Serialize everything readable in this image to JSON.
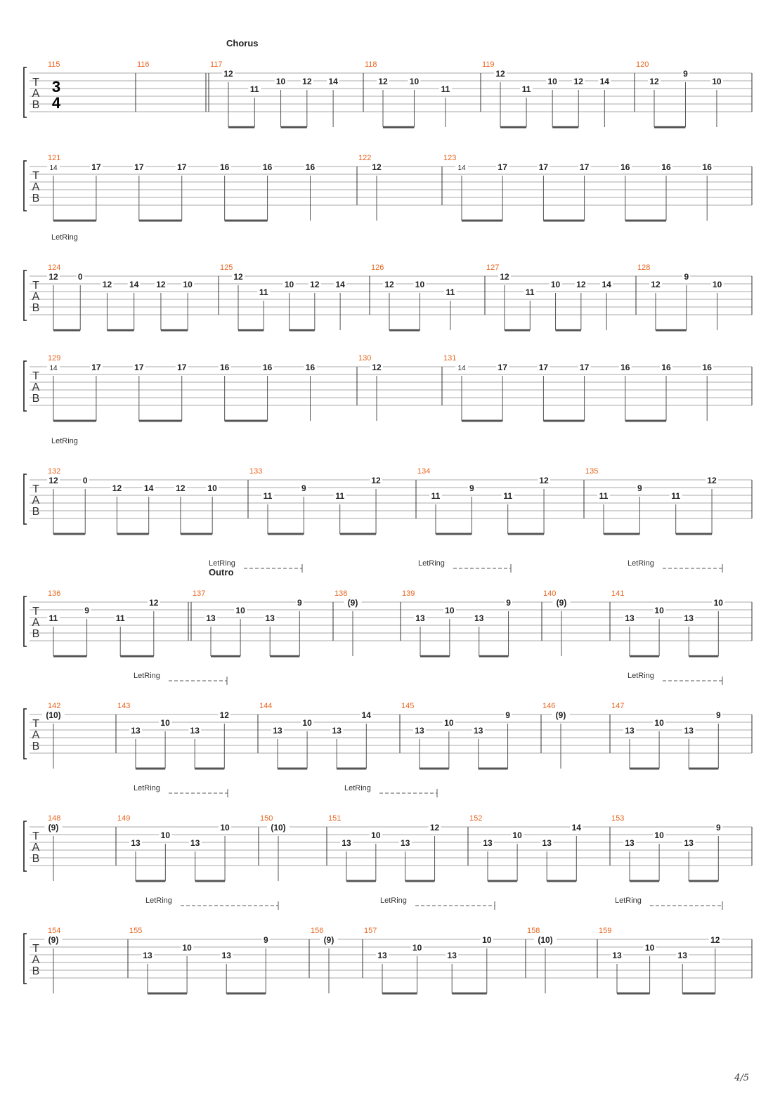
{
  "page_number": "4/5",
  "time_signature": {
    "top": "3",
    "bottom": "4"
  },
  "tab_clef": [
    "T",
    "A",
    "B"
  ],
  "colors": {
    "measure_number": "#e8641e",
    "staff_line": "#aaaaaa",
    "text": "#222222"
  },
  "systems": [
    {
      "sections": [
        {
          "label": "Chorus",
          "measure": 117
        }
      ],
      "let_ring": [],
      "measures": [
        {
          "number": 115,
          "notes": []
        },
        {
          "number": 116,
          "notes": []
        },
        {
          "number": 117,
          "notes": [
            {
              "fret": "12",
              "string": 1
            },
            {
              "fret": "11",
              "string": 3
            },
            {
              "fret": "10",
              "string": 2
            },
            {
              "fret": "12",
              "string": 2
            },
            {
              "fret": "14",
              "string": 2
            }
          ]
        },
        {
          "number": 118,
          "notes": [
            {
              "fret": "12",
              "string": 2
            },
            {
              "fret": "10",
              "string": 2
            },
            {
              "fret": "11",
              "string": 3
            }
          ]
        },
        {
          "number": 119,
          "notes": [
            {
              "fret": "12",
              "string": 1
            },
            {
              "fret": "11",
              "string": 3
            },
            {
              "fret": "10",
              "string": 2
            },
            {
              "fret": "12",
              "string": 2
            },
            {
              "fret": "14",
              "string": 2
            }
          ]
        },
        {
          "number": 120,
          "notes": [
            {
              "fret": "12",
              "string": 2
            },
            {
              "fret": "9",
              "string": 1
            },
            {
              "fret": "10",
              "string": 2
            }
          ]
        }
      ]
    },
    {
      "sections": [],
      "let_ring": [],
      "measures": [
        {
          "number": 121,
          "notes": [
            {
              "fret": "14",
              "string": 1,
              "grace": true
            },
            {
              "fret": "17",
              "string": 1
            },
            {
              "fret": "17",
              "string": 1
            },
            {
              "fret": "17",
              "string": 1
            },
            {
              "fret": "16",
              "string": 1
            },
            {
              "fret": "16",
              "string": 1
            },
            {
              "fret": "16",
              "string": 1
            }
          ]
        },
        {
          "number": 122,
          "notes": [
            {
              "fret": "12",
              "string": 1
            }
          ]
        },
        {
          "number": 123,
          "notes": [
            {
              "fret": "14",
              "string": 1,
              "grace": true
            },
            {
              "fret": "17",
              "string": 1
            },
            {
              "fret": "17",
              "string": 1
            },
            {
              "fret": "17",
              "string": 1
            },
            {
              "fret": "16",
              "string": 1
            },
            {
              "fret": "16",
              "string": 1
            },
            {
              "fret": "16",
              "string": 1
            }
          ]
        }
      ]
    },
    {
      "sections": [],
      "let_ring": [
        {
          "label": "LetRing",
          "measure": 124,
          "dashed": false
        }
      ],
      "measures": [
        {
          "number": 124,
          "notes": [
            {
              "fret": "12",
              "string": 1
            },
            {
              "fret": "0",
              "string": 1
            },
            {
              "fret": "12",
              "string": 2
            },
            {
              "fret": "14",
              "string": 2
            },
            {
              "fret": "12",
              "string": 2
            },
            {
              "fret": "10",
              "string": 2
            }
          ]
        },
        {
          "number": 125,
          "notes": [
            {
              "fret": "12",
              "string": 1
            },
            {
              "fret": "11",
              "string": 3
            },
            {
              "fret": "10",
              "string": 2
            },
            {
              "fret": "12",
              "string": 2
            },
            {
              "fret": "14",
              "string": 2
            }
          ]
        },
        {
          "number": 126,
          "notes": [
            {
              "fret": "12",
              "string": 2
            },
            {
              "fret": "10",
              "string": 2
            },
            {
              "fret": "11",
              "string": 3
            }
          ]
        },
        {
          "number": 127,
          "notes": [
            {
              "fret": "12",
              "string": 1
            },
            {
              "fret": "11",
              "string": 3
            },
            {
              "fret": "10",
              "string": 2
            },
            {
              "fret": "12",
              "string": 2
            },
            {
              "fret": "14",
              "string": 2
            }
          ]
        },
        {
          "number": 128,
          "notes": [
            {
              "fret": "12",
              "string": 2
            },
            {
              "fret": "9",
              "string": 1
            },
            {
              "fret": "10",
              "string": 2
            }
          ]
        }
      ]
    },
    {
      "sections": [],
      "let_ring": [],
      "measures": [
        {
          "number": 129,
          "notes": [
            {
              "fret": "14",
              "string": 1,
              "grace": true
            },
            {
              "fret": "17",
              "string": 1
            },
            {
              "fret": "17",
              "string": 1
            },
            {
              "fret": "17",
              "string": 1
            },
            {
              "fret": "16",
              "string": 1
            },
            {
              "fret": "16",
              "string": 1
            },
            {
              "fret": "16",
              "string": 1
            }
          ]
        },
        {
          "number": 130,
          "notes": [
            {
              "fret": "12",
              "string": 1
            }
          ]
        },
        {
          "number": 131,
          "notes": [
            {
              "fret": "14",
              "string": 1,
              "grace": true
            },
            {
              "fret": "17",
              "string": 1
            },
            {
              "fret": "17",
              "string": 1
            },
            {
              "fret": "17",
              "string": 1
            },
            {
              "fret": "16",
              "string": 1
            },
            {
              "fret": "16",
              "string": 1
            },
            {
              "fret": "16",
              "string": 1
            }
          ]
        }
      ]
    },
    {
      "sections": [],
      "let_ring": [
        {
          "label": "LetRing",
          "measure": 132,
          "dashed": false
        }
      ],
      "measures": [
        {
          "number": 132,
          "notes": [
            {
              "fret": "12",
              "string": 1
            },
            {
              "fret": "0",
              "string": 1
            },
            {
              "fret": "12",
              "string": 2
            },
            {
              "fret": "14",
              "string": 2
            },
            {
              "fret": "12",
              "string": 2
            },
            {
              "fret": "10",
              "string": 2
            }
          ]
        },
        {
          "number": 133,
          "notes": [
            {
              "fret": "11",
              "string": 3
            },
            {
              "fret": "9",
              "string": 2
            },
            {
              "fret": "11",
              "string": 3
            },
            {
              "fret": "12",
              "string": 1
            }
          ]
        },
        {
          "number": 134,
          "notes": [
            {
              "fret": "11",
              "string": 3
            },
            {
              "fret": "9",
              "string": 2
            },
            {
              "fret": "11",
              "string": 3
            },
            {
              "fret": "12",
              "string": 1
            }
          ]
        },
        {
          "number": 135,
          "notes": [
            {
              "fret": "11",
              "string": 3
            },
            {
              "fret": "9",
              "string": 2
            },
            {
              "fret": "11",
              "string": 3
            },
            {
              "fret": "12",
              "string": 1
            }
          ]
        }
      ]
    },
    {
      "sections": [
        {
          "label": "Outro",
          "measure": 137
        }
      ],
      "let_ring": [
        {
          "label": "LetRing",
          "measure": 137,
          "dashed": true
        },
        {
          "label": "LetRing",
          "measure": 139,
          "dashed": true
        },
        {
          "label": "LetRing",
          "measure": 141,
          "dashed": true
        }
      ],
      "measures": [
        {
          "number": 136,
          "notes": [
            {
              "fret": "11",
              "string": 3
            },
            {
              "fret": "9",
              "string": 2
            },
            {
              "fret": "11",
              "string": 3
            },
            {
              "fret": "12",
              "string": 1
            }
          ]
        },
        {
          "number": 137,
          "notes": [
            {
              "fret": "13",
              "string": 3
            },
            {
              "fret": "10",
              "string": 2
            },
            {
              "fret": "13",
              "string": 3
            },
            {
              "fret": "9",
              "string": 1
            }
          ]
        },
        {
          "number": 138,
          "notes": [
            {
              "fret": "(9)",
              "string": 1
            }
          ]
        },
        {
          "number": 139,
          "notes": [
            {
              "fret": "13",
              "string": 3
            },
            {
              "fret": "10",
              "string": 2
            },
            {
              "fret": "13",
              "string": 3
            },
            {
              "fret": "9",
              "string": 1
            }
          ]
        },
        {
          "number": 140,
          "notes": [
            {
              "fret": "(9)",
              "string": 1
            }
          ]
        },
        {
          "number": 141,
          "notes": [
            {
              "fret": "13",
              "string": 3
            },
            {
              "fret": "10",
              "string": 2
            },
            {
              "fret": "13",
              "string": 3
            },
            {
              "fret": "10",
              "string": 1
            }
          ]
        }
      ]
    },
    {
      "sections": [],
      "let_ring": [
        {
          "label": "LetRing",
          "measure": 143,
          "dashed": true
        },
        {
          "label": "LetRing",
          "measure": 147,
          "dashed": true
        }
      ],
      "measures": [
        {
          "number": 142,
          "notes": [
            {
              "fret": "(10)",
              "string": 1
            }
          ]
        },
        {
          "number": 143,
          "notes": [
            {
              "fret": "13",
              "string": 3
            },
            {
              "fret": "10",
              "string": 2
            },
            {
              "fret": "13",
              "string": 3
            },
            {
              "fret": "12",
              "string": 1
            }
          ]
        },
        {
          "number": 144,
          "notes": [
            {
              "fret": "13",
              "string": 3
            },
            {
              "fret": "10",
              "string": 2
            },
            {
              "fret": "13",
              "string": 3
            },
            {
              "fret": "14",
              "string": 1
            }
          ]
        },
        {
          "number": 145,
          "notes": [
            {
              "fret": "13",
              "string": 3
            },
            {
              "fret": "10",
              "string": 2
            },
            {
              "fret": "13",
              "string": 3
            },
            {
              "fret": "9",
              "string": 1
            }
          ]
        },
        {
          "number": 146,
          "notes": [
            {
              "fret": "(9)",
              "string": 1
            }
          ]
        },
        {
          "number": 147,
          "notes": [
            {
              "fret": "13",
              "string": 3
            },
            {
              "fret": "10",
              "string": 2
            },
            {
              "fret": "13",
              "string": 3
            },
            {
              "fret": "9",
              "string": 1
            }
          ]
        }
      ]
    },
    {
      "sections": [],
      "let_ring": [
        {
          "label": "LetRing",
          "measure": 149,
          "dashed": true
        },
        {
          "label": "LetRing",
          "measure": 151,
          "dashed": true
        }
      ],
      "measures": [
        {
          "number": 148,
          "notes": [
            {
              "fret": "(9)",
              "string": 1
            }
          ]
        },
        {
          "number": 149,
          "notes": [
            {
              "fret": "13",
              "string": 3
            },
            {
              "fret": "10",
              "string": 2
            },
            {
              "fret": "13",
              "string": 3
            },
            {
              "fret": "10",
              "string": 1
            }
          ]
        },
        {
          "number": 150,
          "notes": [
            {
              "fret": "(10)",
              "string": 1
            }
          ]
        },
        {
          "number": 151,
          "notes": [
            {
              "fret": "13",
              "string": 3
            },
            {
              "fret": "10",
              "string": 2
            },
            {
              "fret": "13",
              "string": 3
            },
            {
              "fret": "12",
              "string": 1
            }
          ]
        },
        {
          "number": 152,
          "notes": [
            {
              "fret": "13",
              "string": 3
            },
            {
              "fret": "10",
              "string": 2
            },
            {
              "fret": "13",
              "string": 3
            },
            {
              "fret": "14",
              "string": 1
            }
          ]
        },
        {
          "number": 153,
          "notes": [
            {
              "fret": "13",
              "string": 3
            },
            {
              "fret": "10",
              "string": 2
            },
            {
              "fret": "13",
              "string": 3
            },
            {
              "fret": "9",
              "string": 1
            }
          ]
        }
      ]
    },
    {
      "sections": [],
      "let_ring": [
        {
          "label": "LetRing",
          "measure": 155,
          "dashed": true
        },
        {
          "label": "LetRing",
          "measure": 157,
          "dashed": true
        },
        {
          "label": "LetRing",
          "measure": 159,
          "dashed": true
        }
      ],
      "measures": [
        {
          "number": 154,
          "notes": [
            {
              "fret": "(9)",
              "string": 1
            }
          ]
        },
        {
          "number": 155,
          "notes": [
            {
              "fret": "13",
              "string": 3
            },
            {
              "fret": "10",
              "string": 2
            },
            {
              "fret": "13",
              "string": 3
            },
            {
              "fret": "9",
              "string": 1
            }
          ]
        },
        {
          "number": 156,
          "notes": [
            {
              "fret": "(9)",
              "string": 1
            }
          ]
        },
        {
          "number": 157,
          "notes": [
            {
              "fret": "13",
              "string": 3
            },
            {
              "fret": "10",
              "string": 2
            },
            {
              "fret": "13",
              "string": 3
            },
            {
              "fret": "10",
              "string": 1
            }
          ]
        },
        {
          "number": 158,
          "notes": [
            {
              "fret": "(10)",
              "string": 1
            }
          ]
        },
        {
          "number": 159,
          "notes": [
            {
              "fret": "13",
              "string": 3
            },
            {
              "fret": "10",
              "string": 2
            },
            {
              "fret": "13",
              "string": 3
            },
            {
              "fret": "12",
              "string": 1
            }
          ]
        }
      ]
    }
  ]
}
